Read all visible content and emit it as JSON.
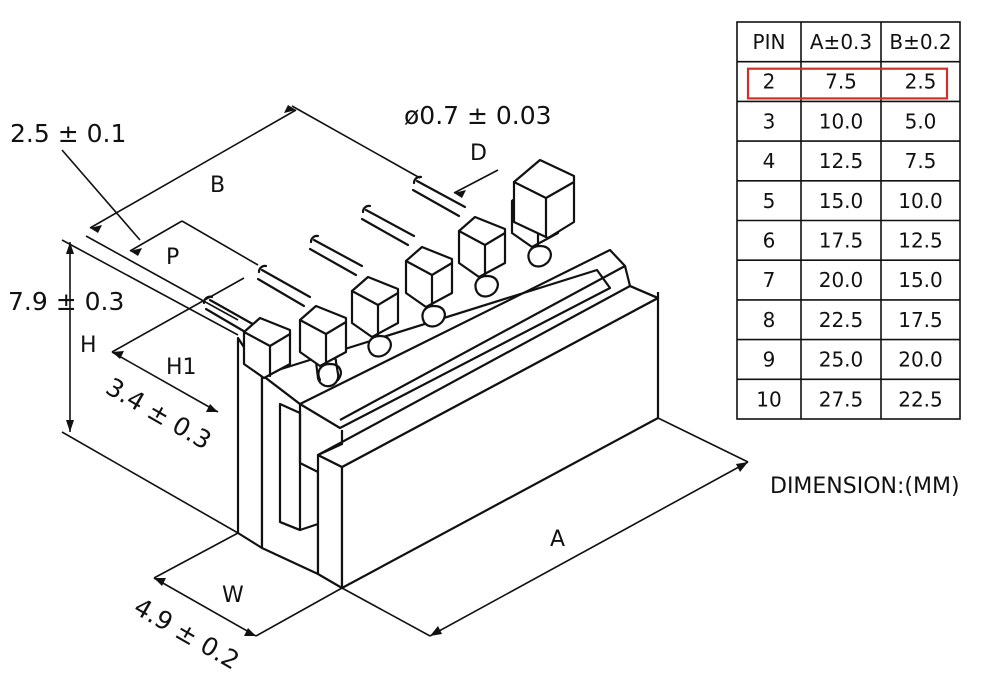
{
  "labels": {
    "p_dim": "2.5 ± 0.1",
    "h_dim": "7.9 ± 0.3",
    "h1_dim": "3.4 ± 0.3",
    "w_dim": "4.9 ± 0.2",
    "d_dim": "ø0.7 ± 0.03",
    "letter_b": "B",
    "letter_p": "P",
    "letter_h": "H",
    "letter_h1": "H1",
    "letter_d": "D",
    "letter_w": "W",
    "letter_a": "A",
    "units": "DIMENSION:(MM)"
  },
  "table": {
    "headers": [
      "PIN",
      "A±0.3",
      "B±0.2"
    ],
    "rows": [
      [
        "2",
        "7.5",
        "2.5"
      ],
      [
        "3",
        "10.0",
        "5.0"
      ],
      [
        "4",
        "12.5",
        "7.5"
      ],
      [
        "5",
        "15.0",
        "10.0"
      ],
      [
        "6",
        "17.5",
        "12.5"
      ],
      [
        "7",
        "20.0",
        "15.0"
      ],
      [
        "8",
        "22.5",
        "17.5"
      ],
      [
        "9",
        "25.0",
        "20.0"
      ],
      [
        "10",
        "27.5",
        "22.5"
      ]
    ],
    "highlight_color": "#d0302a"
  }
}
